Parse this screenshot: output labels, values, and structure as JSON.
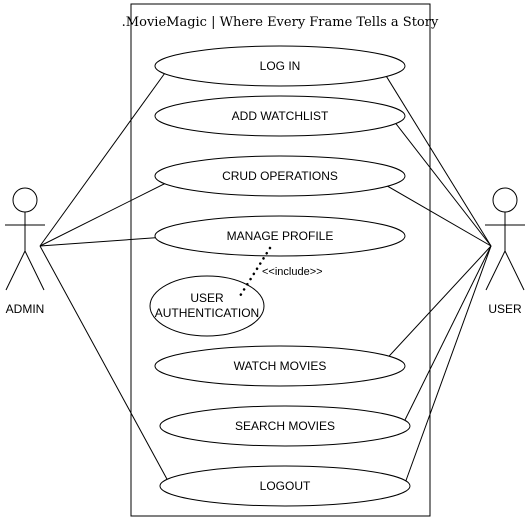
{
  "system": {
    "title": ".MovieMagic | Where Every Frame Tells a Story"
  },
  "actors": {
    "admin": "ADMIN",
    "user": "USER"
  },
  "use_cases": {
    "login": "LOG IN",
    "add_watchlist": "ADD WATCHLIST",
    "crud": "CRUD OPERATIONS",
    "manage_profile": "MANAGE PROFILE",
    "user_auth_line1": "USER",
    "user_auth_line2": "AUTHENTICATION",
    "watch_movies": "WATCH MOVIES",
    "search_movies": "SEARCH MOVIES",
    "logout": "LOGOUT"
  },
  "relations": {
    "include": "<<include>>"
  }
}
